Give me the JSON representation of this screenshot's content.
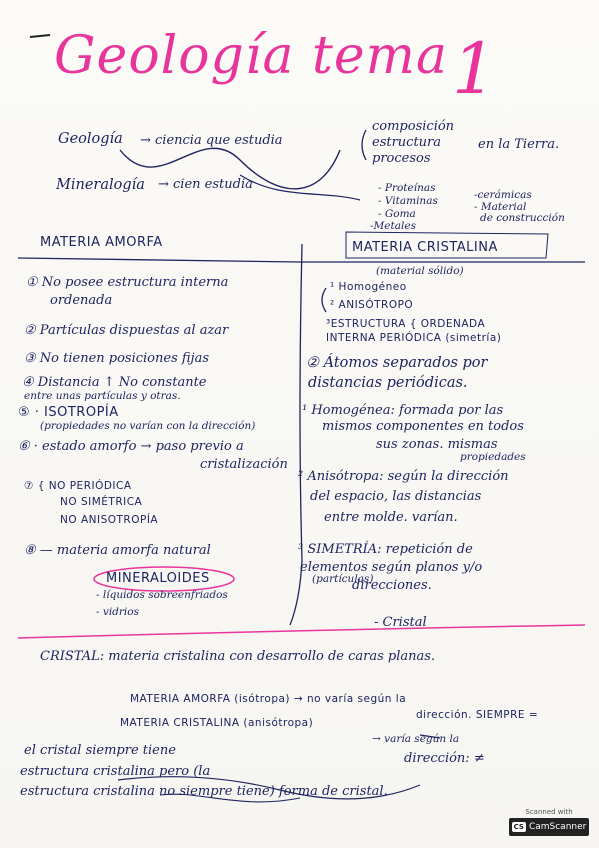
{
  "page": {
    "title": "Geología tema",
    "title_number": "1"
  },
  "intro": {
    "geologia": "Geología",
    "ciencia_que_estudia": "→ ciencia que estudia",
    "composicion": "composición",
    "estructura": "estructura",
    "procesos": "procesos",
    "en_la_tierra": "en la Tierra.",
    "mineralogia": "Mineralogía",
    "cien_estudia": "→ cien estudia",
    "list_left": [
      "- Proteínas",
      "- Vitaminas",
      "- Goma",
      "-Metales"
    ],
    "list_right": [
      "-cerámicas",
      "- Material",
      "de construcción"
    ]
  },
  "left": {
    "heading": "MATERIA AMORFA",
    "items": [
      "① No posee estructura interna",
      "ordenada",
      "② Partículas dispuestas al azar",
      "③ No tienen posiciones fijas",
      "④ Distancia ↑ No constante",
      "entre unas partículas   y otras.",
      "⑤ · ISOTROPÍA",
      "(propiedades no varían con la dirección)",
      "⑥ · estado amorfo → paso previo a",
      "cristalización",
      "⑦ { NO PERIÓDICA",
      "NO SIMÉTRICA",
      "NO ANISOTROPÍA",
      "⑧ — materia amorfa natural",
      "MINERALOIDES",
      "- líquidos sobreenfriados",
      "- vidrios"
    ]
  },
  "right": {
    "heading": "MATERIA CRISTALINA",
    "subheading": "(material sólido)",
    "items": [
      "¹ Homogéneo",
      "² ANISÓTROPO",
      "³ESTRUCTURA { ORDENADA",
      "INTERNA     PERIÓDICA (simetría)",
      "② Átomos separados por",
      "distancias periódicas.",
      "¹ Homogénea: formada por las",
      "mismos componentes en todos",
      "sus zonas. mismas",
      "propiedades",
      "² Anisótropa: según la dirección",
      "del espacio, las distancias",
      "entre molde. varían.",
      "³ SIMETRÍA: repetición de",
      "elementos según planos y/o",
      "(partículas)",
      "direcciones."
    ]
  },
  "bottom": {
    "cristal_label": "- Cristal",
    "definition": "CRISTAL: materia cristalina con desarrollo de caras planas.",
    "line1": "MATERIA AMORFA (isótropa) → no varía según la",
    "line1b": "dirección. SIEMPRE =",
    "line2": "MATERIA CRISTALINA (anisótropa)",
    "line2b": "→ varía según la",
    "line3": "el cristal siempre tiene",
    "line3b": "dirección: ≠",
    "line4": "estructura cristalina pero (la",
    "line5": "estructura cristalina no siempre tiene) forma de cristal."
  },
  "badge": {
    "scanned_with": "Scanned with",
    "brand": "CamScanner",
    "cs": "CS"
  },
  "colors": {
    "ink": "#1f2460",
    "accent": "#e8359c",
    "paper": "#f8f7f3"
  }
}
